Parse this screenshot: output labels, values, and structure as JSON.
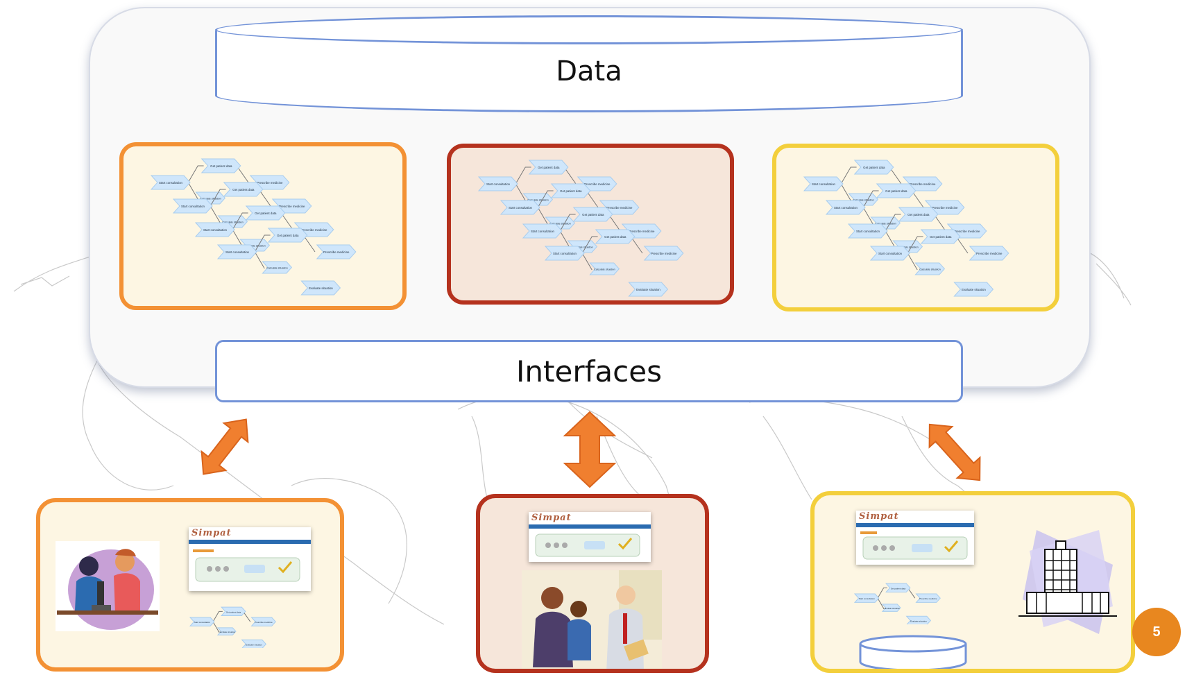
{
  "data_store": {
    "label": "Data"
  },
  "interfaces": {
    "label": "Interfaces"
  },
  "process_nodes": {
    "start": "Start consultation",
    "get": "Get patient data",
    "prescribe": "Prescribe medicine",
    "calc": "Calculate situation",
    "evaluate": "Evaluate situation"
  },
  "screenshot_brand": "Simpat",
  "page_number": "5",
  "colors": {
    "orange": "#f39134",
    "dark_red": "#b5321e",
    "yellow": "#f3cf3c",
    "blue_outline": "#7393d8",
    "arrow": "#f07f2f"
  },
  "icons": {
    "site_left": "scientists-microscope-icon",
    "site_middle": "doctor-family-icon",
    "site_right": "hospital-building-icon"
  }
}
